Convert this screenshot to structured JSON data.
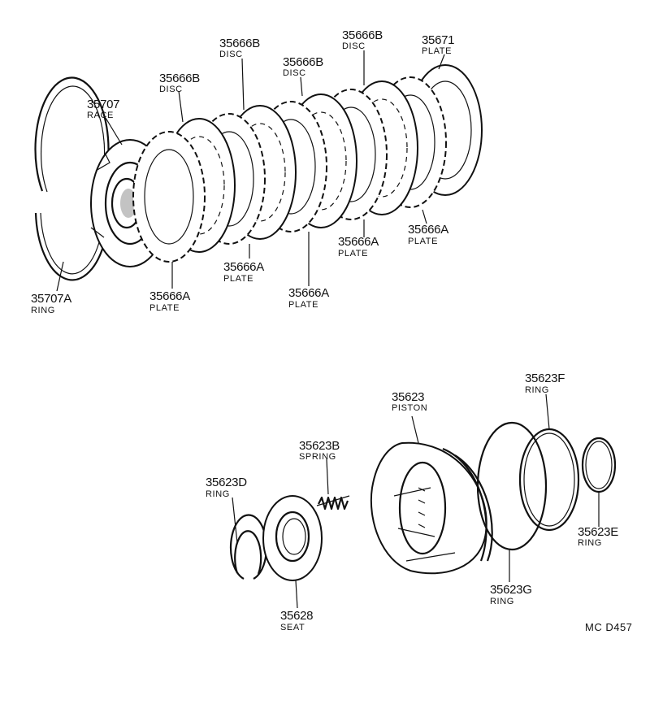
{
  "diagram_code": "MC D457",
  "parts": [
    {
      "id": "p35707A",
      "number": "35707A",
      "name": "RING"
    },
    {
      "id": "p35707",
      "number": "35707",
      "name": "RACE"
    },
    {
      "id": "p35666B_1",
      "number": "35666B",
      "name": "DISC"
    },
    {
      "id": "p35666B_2",
      "number": "35666B",
      "name": "DISC"
    },
    {
      "id": "p35666B_3",
      "number": "35666B",
      "name": "DISC"
    },
    {
      "id": "p35666B_4",
      "number": "35666B",
      "name": "DISC"
    },
    {
      "id": "p35671",
      "number": "35671",
      "name": "PLATE"
    },
    {
      "id": "p35666A_1",
      "number": "35666A",
      "name": "PLATE"
    },
    {
      "id": "p35666A_2",
      "number": "35666A",
      "name": "PLATE"
    },
    {
      "id": "p35666A_3",
      "number": "35666A",
      "name": "PLATE"
    },
    {
      "id": "p35666A_4",
      "number": "35666A",
      "name": "PLATE"
    },
    {
      "id": "p35666A_5",
      "number": "35666A",
      "name": "PLATE"
    },
    {
      "id": "p35623",
      "number": "35623",
      "name": "PISTON"
    },
    {
      "id": "p35623F",
      "number": "35623F",
      "name": "RING"
    },
    {
      "id": "p35623B",
      "number": "35623B",
      "name": "SPRING"
    },
    {
      "id": "p35623D",
      "number": "35623D",
      "name": "RING"
    },
    {
      "id": "p35623E",
      "number": "35623E",
      "name": "RING"
    },
    {
      "id": "p35623G",
      "number": "35623G",
      "name": "RING"
    },
    {
      "id": "p35628",
      "number": "35628",
      "name": "SEAT"
    }
  ]
}
